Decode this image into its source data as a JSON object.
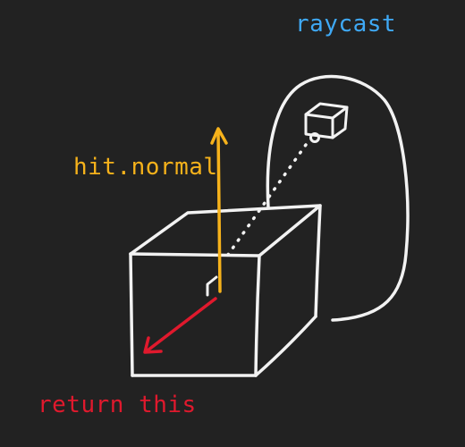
{
  "labels": {
    "raycast": "raycast",
    "hit_normal": "hit.normal",
    "return_this": "return this"
  },
  "colors": {
    "background": "#222222",
    "stroke": "#f2f2f2",
    "raycast": "#3fa9f5",
    "normal": "#f6b21b",
    "return": "#e0192d"
  },
  "icons": [
    "camera-icon"
  ]
}
